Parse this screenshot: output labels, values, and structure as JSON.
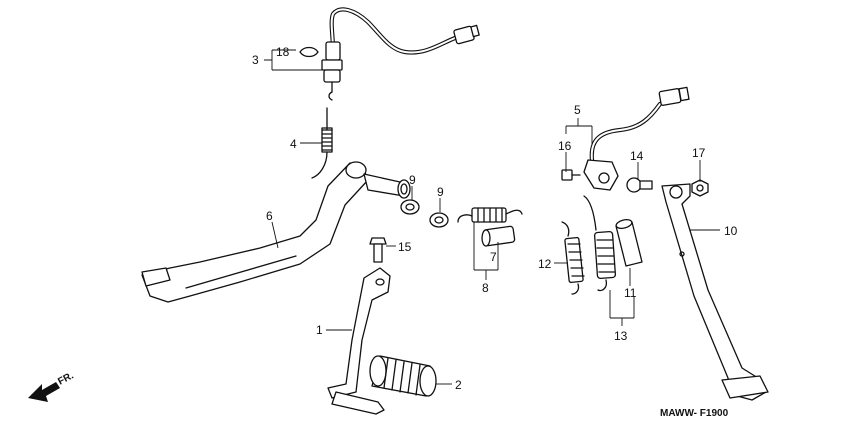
{
  "diagram": {
    "callouts": [
      "1",
      "2",
      "3",
      "4",
      "5",
      "6",
      "7",
      "8",
      "9",
      "9",
      "10",
      "11",
      "12",
      "13",
      "14",
      "15",
      "16",
      "17",
      "18"
    ],
    "direction_label": "FR.",
    "diagram_code": "MAWW- F1900"
  }
}
